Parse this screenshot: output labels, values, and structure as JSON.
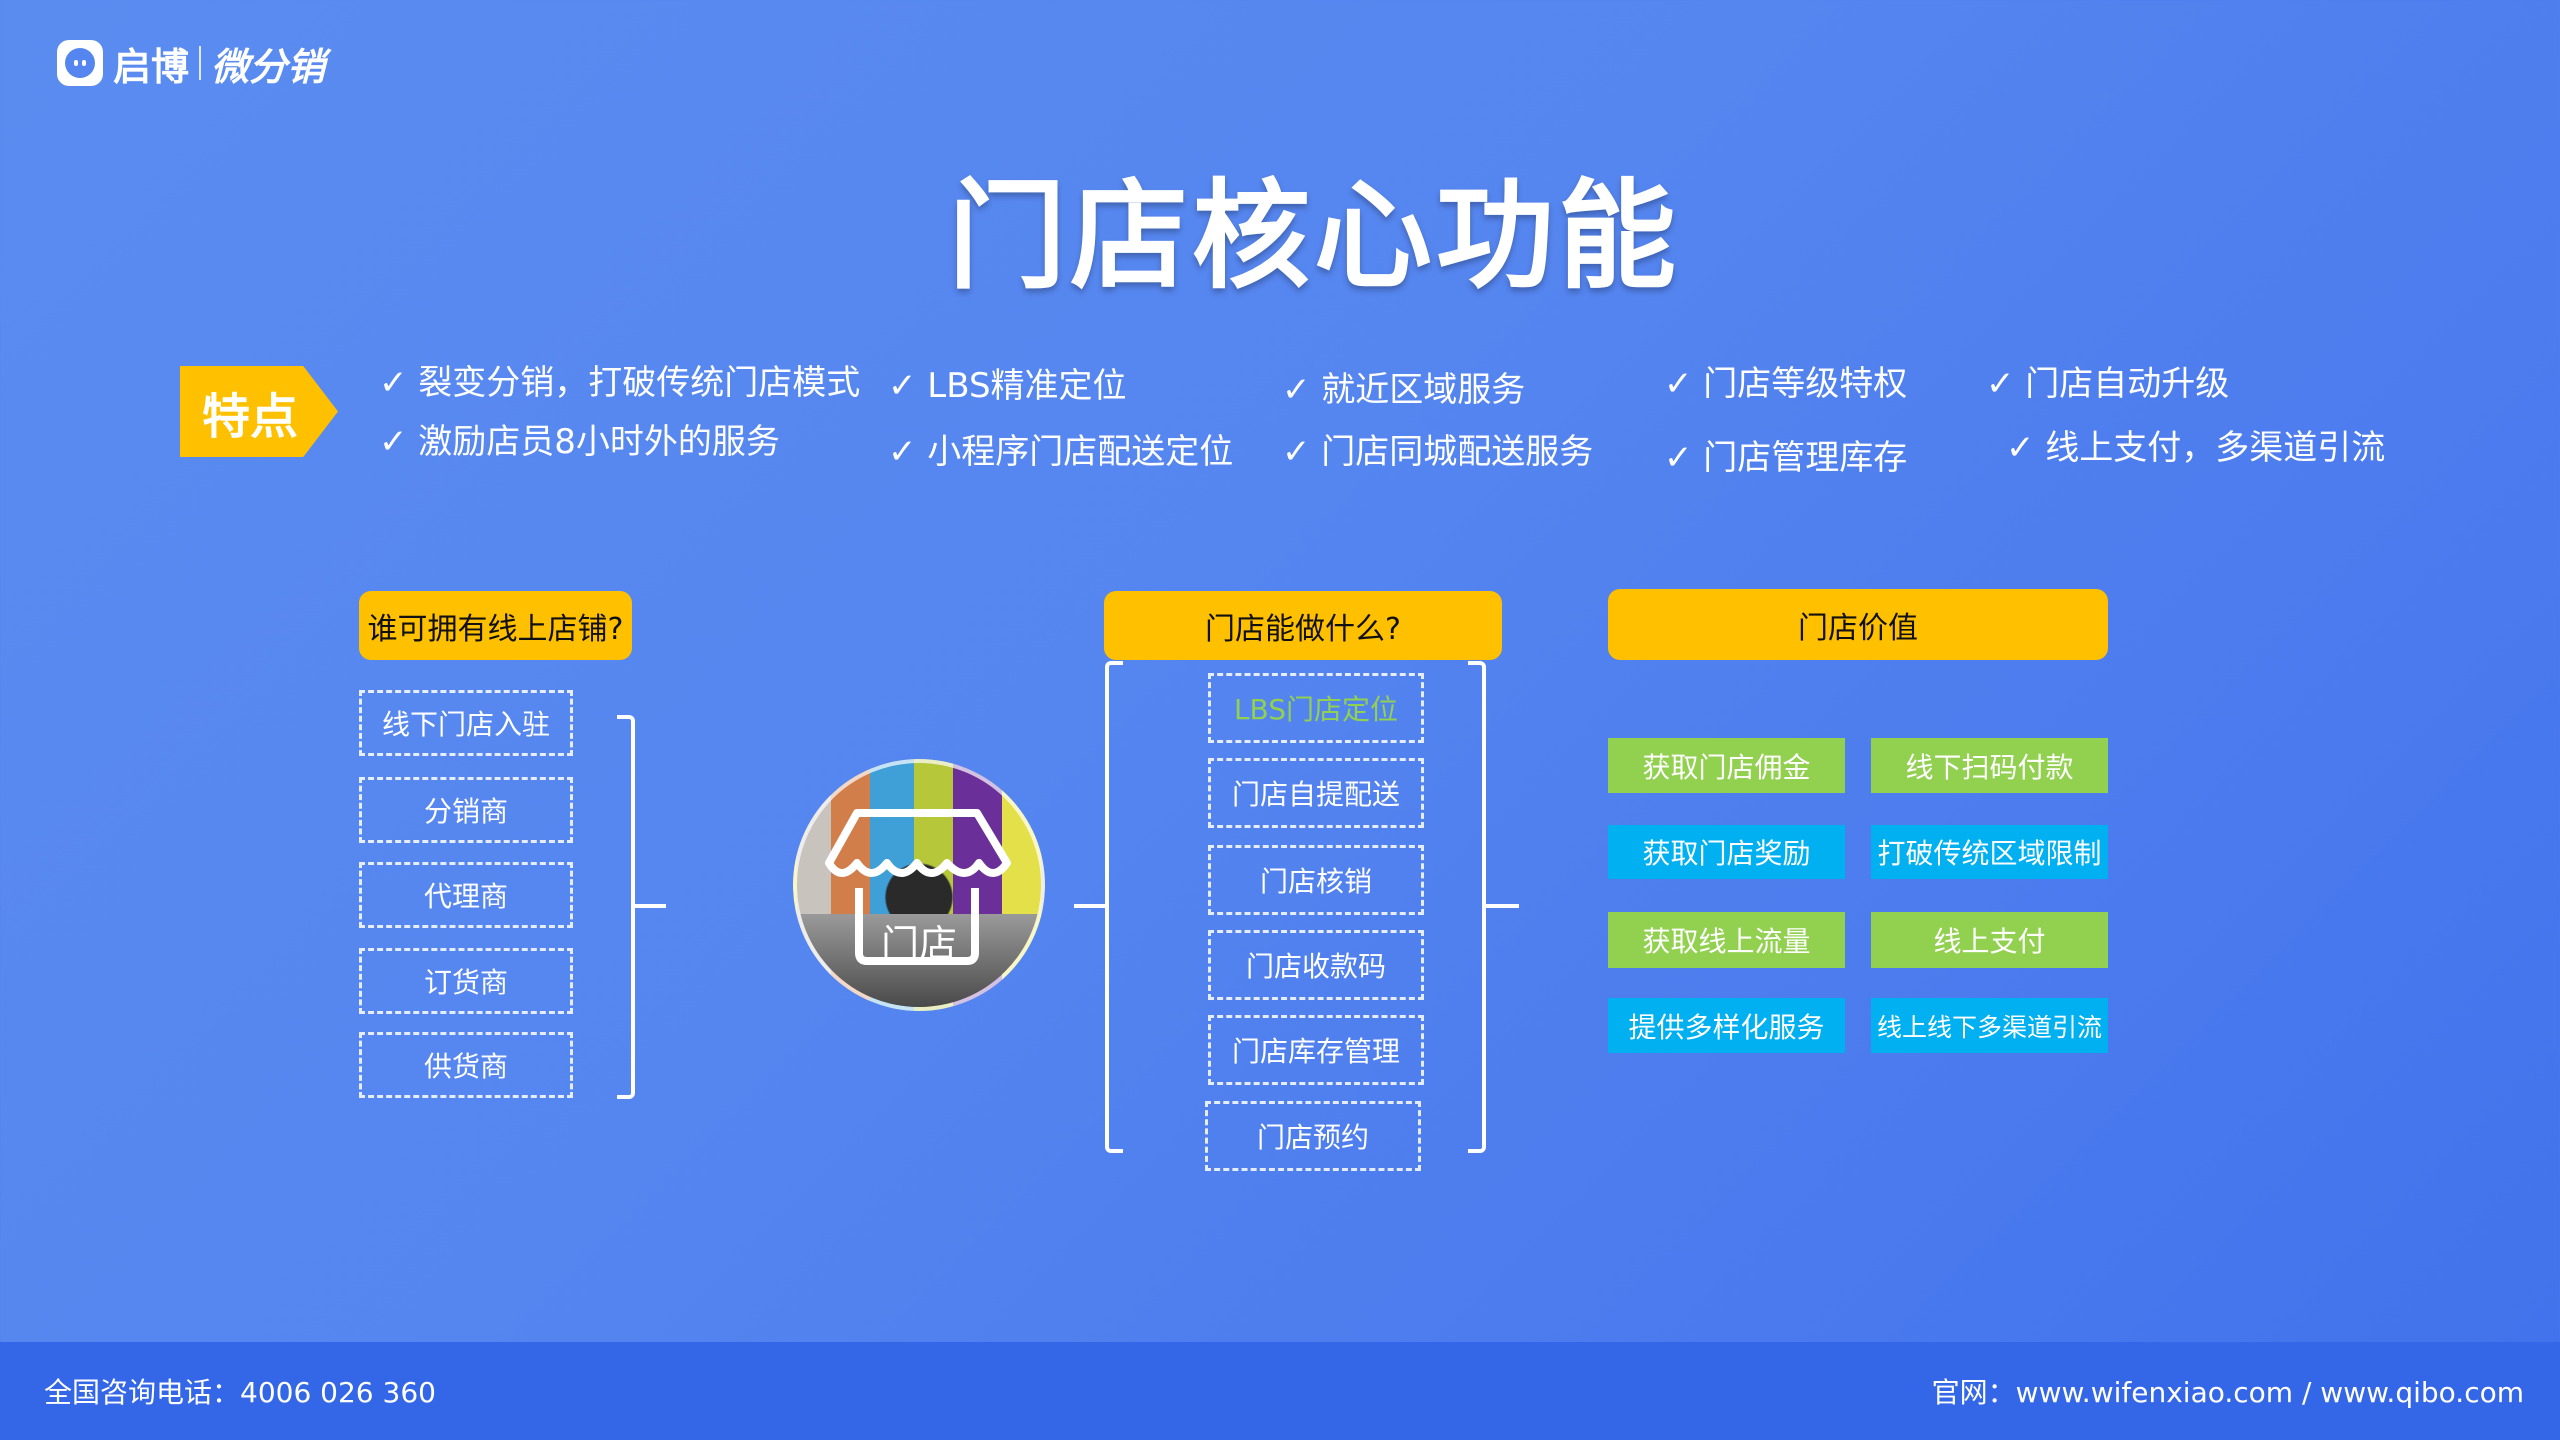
{
  "logo": {
    "brand": "启博",
    "product": "微分销"
  },
  "title": "门店核心功能",
  "features": {
    "badge": "特点",
    "items": [
      "✓ 裂变分销，打破传统门店模式",
      "✓ 激励店员8小时外的服务",
      "✓ LBS精准定位",
      "✓ 小程序门店配送定位",
      "✓ 就近区域服务",
      "✓ 门店同城配送服务",
      "✓ 门店等级特权",
      "✓ 门店管理库存",
      "✓ 门店自动升级",
      "✓ 线上支付，多渠道引流"
    ]
  },
  "who": {
    "header": "谁可拥有线上店铺?",
    "items": [
      "线下门店入驻",
      "分销商",
      "代理商",
      "订货商",
      "供货商"
    ]
  },
  "store_image": {
    "label": "门店"
  },
  "can_do": {
    "header": "门店能做什么?",
    "items": [
      "LBS门店定位",
      "门店自提配送",
      "门店核销",
      "门店收款码",
      "门店库存管理",
      "门店预约"
    ]
  },
  "value": {
    "header": "门店价值",
    "items": [
      "获取门店佣金",
      "线下扫码付款",
      "获取门店奖励",
      "打破传统区域限制",
      "获取线上流量",
      "线上支付",
      "提供多样化服务",
      "线上线下多渠道引流"
    ]
  },
  "colors": {
    "yellow": "#ffc000",
    "green": "#92d050",
    "blue": "#00b0f0",
    "lbs_text": "#92d050"
  },
  "footer": {
    "phone": "全国咨询电话：4006 026 360",
    "website": "官网：www.wifenxiao.com / www.qibo.com"
  }
}
